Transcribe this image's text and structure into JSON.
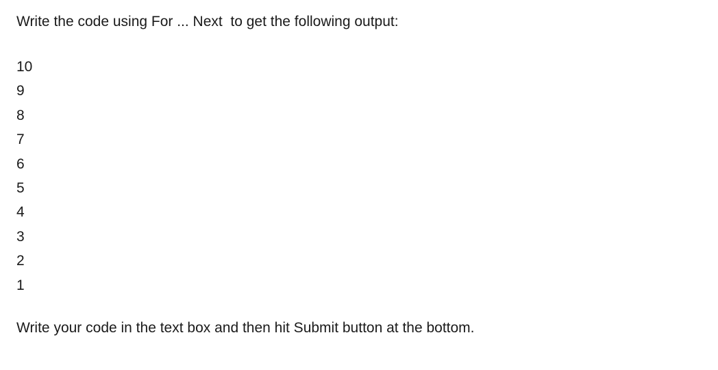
{
  "page": {
    "background_color": "#ffffff",
    "text_color": "#1a1a1a"
  },
  "question": {
    "heading": "Write the code using For ... Next  to get the following output:",
    "expected_output": [
      "10",
      "9",
      "8",
      "7",
      "6",
      "5",
      "4",
      "3",
      "2",
      "1"
    ],
    "instruction": "Write your code in the text box and then hit Submit button at the bottom."
  }
}
